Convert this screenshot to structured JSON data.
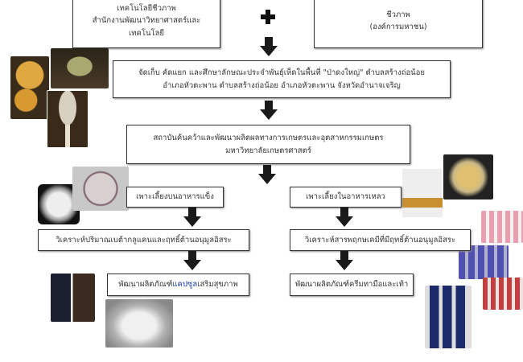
{
  "top_left": {
    "lines": [
      "เทคโนโลยีชีวภาพ",
      "สำนักงานพัฒนาวิทยาศาสตร์และ",
      "เทคโนโลยี"
    ]
  },
  "top_right": {
    "lines": [
      "ชีวภาพ",
      "(องค์การมหาชน)"
    ]
  },
  "step_collect": {
    "lines": [
      "จัดเก็บ คัดแยก และศึกษาลักษณะประจำพันธุ์เห็ดในพื้นที่ \"ป่าดงใหญ่\" ตำบลสร้างถ่อน้อย",
      "อำเภอหัวตะพาน ตำบลสร้างถ่อน้อย อำเภอหัวตะพาน จังหวัดอำนาจเจริญ"
    ]
  },
  "step_institute": {
    "lines": [
      "สถาบันค้นคว้าและพัฒนาผลิตผลทางการเกษตรและอุตสาหกรรมเกษตร",
      "มหาวิทยาลัยเกษตรศาสตร์"
    ]
  },
  "left": {
    "culture": "เพาะเลี้ยงบนอาหารแข็ง",
    "analysis": "วิเคราะห์ปริมาณเบต้ากลูแคนและฤทธิ์ต้านอนุมูลอิสระ",
    "product_prefix": "พัฒนาผลิตภัณฑ์",
    "product_highlight": "แคปซูล",
    "product_suffix": "เสริมสุขภาพ"
  },
  "right": {
    "culture": "เพาะเลี้ยงในอาหารเหลว",
    "analysis": "วิเคราะห์สารพฤกษเคมีที่มีฤทธิ์ต้านอนุมูลอิสระ",
    "product": "พัฒนาผลิตภัณฑ์ครีมทามือและเท้า"
  },
  "colors": {
    "arrow": "#1a1a1a",
    "highlight": "#1a3a9a"
  }
}
